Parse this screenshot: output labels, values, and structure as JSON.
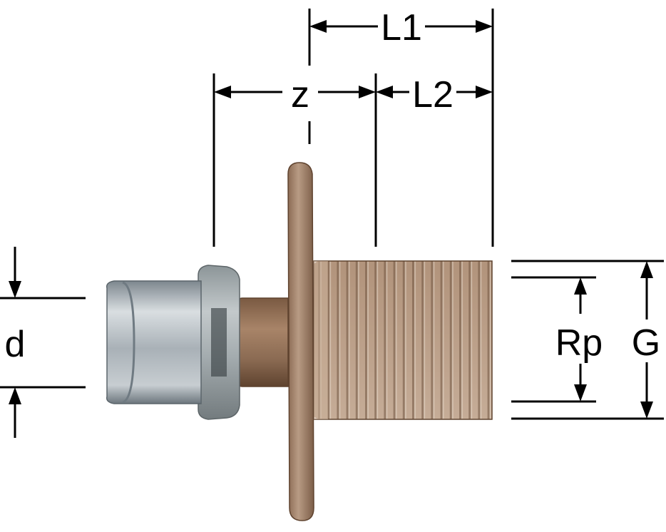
{
  "labels": {
    "L1": "L1",
    "z": "z",
    "L2": "L2",
    "d": "d",
    "Rp": "Rp",
    "G": "G"
  },
  "colors": {
    "line": "#000000",
    "bronze": "#a0806a",
    "bronze_dark": "#6e4f38",
    "bronze_light": "#d4bca8",
    "steel": "#a8b0b6",
    "steel_dark": "#6f7a82",
    "steel_light": "#d6dbdf",
    "ring": "#9aa3a6",
    "ring_dark": "#5d6568"
  }
}
